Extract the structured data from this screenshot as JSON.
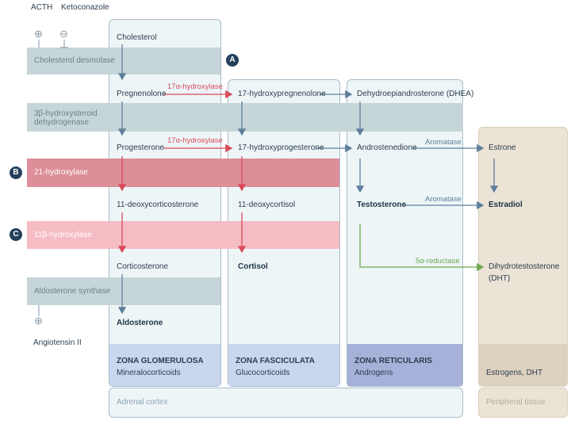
{
  "regulators": {
    "acth": "ACTH",
    "ketoconazole": "Ketoconazole",
    "angiotensin": "Angiotensin II",
    "plus_symbol": "⊕",
    "minus_symbol": "⊖"
  },
  "tags": {
    "a": "A",
    "b": "B",
    "c": "C"
  },
  "bands": {
    "desmolase": "Cholesterol desmolase",
    "hsd3b_line1": "3β-hydroxysteroid",
    "hsd3b_line2": "dehydrogenase",
    "hydroxylase21": "21-hydroxylase",
    "hydroxylase11": "11β-hydroxylase",
    "aldo_synthase": "Aldosterone synthase"
  },
  "compounds": {
    "cholesterol": "Cholesterol",
    "pregnenolone": "Pregnenolone",
    "oh_pregnenolone": "17-hydroxypregnenolone",
    "dhea": "Dehydroepiandrosterone (DHEA)",
    "progesterone": "Progesterone",
    "oh_progesterone": "17-hydroxyprogesterone",
    "androstenedione": "Androstenedione",
    "estrone": "Estrone",
    "deoxycorticosterone": "11-deoxycorticosterone",
    "deoxycortisol": "11-deoxycortisol",
    "testosterone": "Testosterone",
    "estradiol": "Estradiol",
    "corticosterone": "Corticosterone",
    "cortisol": "Cortisol",
    "dht_line1": "Dihydrotestosterone",
    "dht_line2": "(DHT)",
    "aldosterone": "Aldosterone"
  },
  "enzymes": {
    "hydroxylase17a_1": "17α-hydroxylase",
    "hydroxylase17a_2": "17α-hydroxylase",
    "aromatase_1": "Aromatase",
    "aromatase_2": "Aromatase",
    "reductase": "5α-reductase"
  },
  "zones": {
    "glomerulosa_title": "ZONA GLOMERULOSA",
    "glomerulosa_sub": "Mineralocorticoids",
    "fasciculata_title": "ZONA FASCICULATA",
    "fasciculata_sub": "Glucocorticoids",
    "reticularis_title": "ZONA RETICULARIS",
    "reticularis_sub": "Androgens",
    "peripheral_sub": "Estrogens, DHT"
  },
  "footer": {
    "adrenal": "Adrenal cortex",
    "peripheral": "Peripheral tissue"
  },
  "colors": {
    "arrow_gray": "#5f7f9b",
    "arrow_red": "#d94b5b",
    "arrow_green": "#6ea84d",
    "glomerulosa_fill": "#c9d6ee",
    "fasciculata_fill": "#c9d6ee",
    "reticularis_fill": "#a7b0d8",
    "peripheral_fill": "#ddd2bf"
  }
}
